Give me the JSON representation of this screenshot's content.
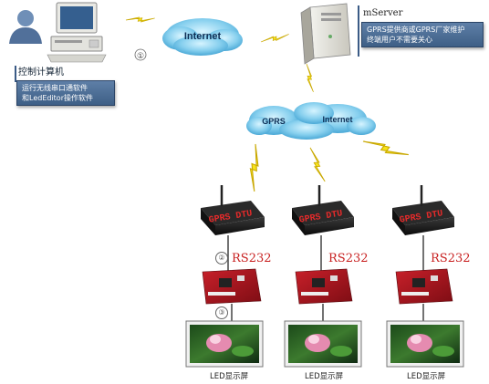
{
  "computer": {
    "label": "控制计算机",
    "note_lines": [
      "运行无线串口通软件",
      "和LedEditor操作软件"
    ]
  },
  "internet_top": "Internet",
  "step1": "①",
  "server": {
    "name": "mServer",
    "note_lines": [
      "GPRS提供商或GPRS厂家维护",
      "终端用户不需要关心"
    ]
  },
  "cloud": {
    "gprs": "GPRS",
    "internet": "Internet"
  },
  "dtus": [
    {
      "label": "GPRS DTU"
    },
    {
      "label": "GPRS DTU"
    },
    {
      "label": "GPRS DTU"
    }
  ],
  "rs232": [
    "RS232",
    "RS232",
    "RS232"
  ],
  "step2": "②",
  "step3": "③",
  "led_captions": [
    "LED显示屏",
    "LED显示屏",
    "LED显示屏"
  ],
  "colors": {
    "lightning": "#f6e21b",
    "cloud_fill": "#8fd3ef",
    "note_bg": "#4d6e96",
    "rs232": "#c82020",
    "dtu_text": "#e62a2a"
  }
}
